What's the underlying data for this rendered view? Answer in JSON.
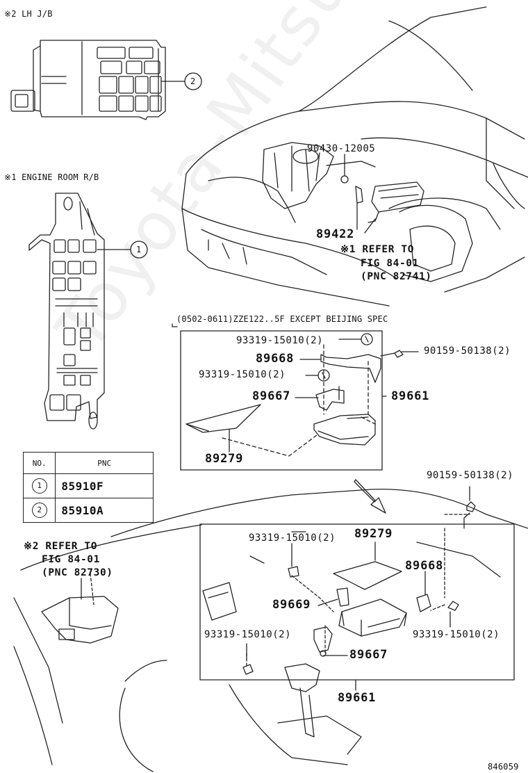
{
  "header": {
    "lh_jb": "※2 LH J/B",
    "engine_room_rb": "※1 ENGINE ROOM R/B"
  },
  "callouts": {
    "c1": "1",
    "c2": "2"
  },
  "parts": {
    "p90430": "90430-12005",
    "p89422": "89422",
    "refer1_line1": "※1 REFER TO",
    "refer1_line2": "FIG 84-01",
    "refer1_line3": "(PNC 82741)",
    "spec_note": "(0502-0611)ZZE122..5F EXCEPT BEIJING SPEC",
    "u_93319_a": "93319-15010(2)",
    "u_89668": "89668",
    "u_93319_b": "93319-15010(2)",
    "u_89667": "89667",
    "u_89279": "89279",
    "u_90159": "90159-50138(2)",
    "u_89661": "89661",
    "l_90159": "90159-50138(2)",
    "refer2_line1": "※2 REFER TO",
    "refer2_line2": "FIG 84-01",
    "refer2_line3": "(PNC 82730)",
    "l_93319_a": "93319-15010(2)",
    "l_89279": "89279",
    "l_89668": "89668",
    "l_89669": "89669",
    "l_93319_b": "93319-15010(2)",
    "l_93319_c": "93319-15010(2)",
    "l_89667": "89667",
    "l_89661": "89661"
  },
  "table": {
    "col_no": "NO.",
    "col_pnc": "PNC",
    "rows": [
      {
        "no": "1",
        "pnc": "85910F"
      },
      {
        "no": "2",
        "pnc": "85910A"
      }
    ]
  },
  "figure_id": "846059",
  "watermark": "Toyota-Mitsu.ru"
}
